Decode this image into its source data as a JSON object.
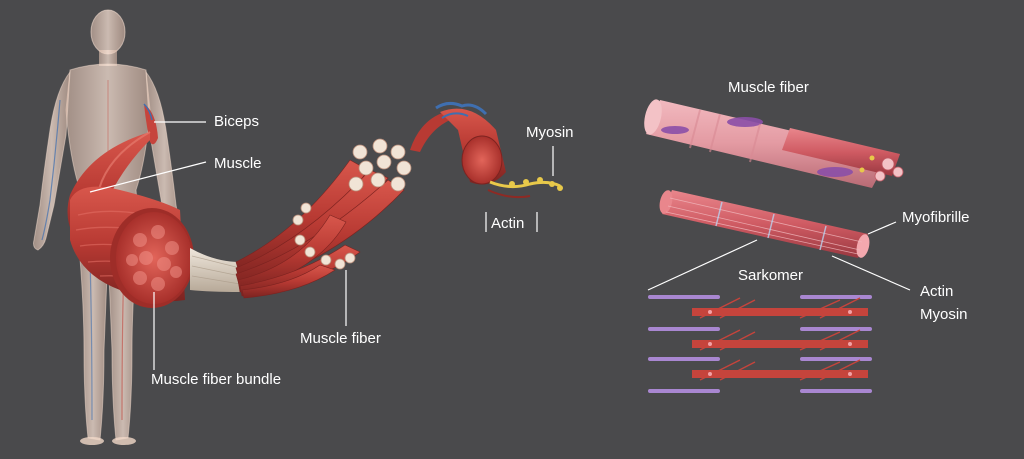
{
  "labels": {
    "biceps": "Biceps",
    "muscle": "Muscle",
    "muscle_fiber_left": "Muscle fiber",
    "muscle_fiber_bundle": "Muscle fiber bundle",
    "myosin_top": "Myosin",
    "actin_top": "Actin",
    "muscle_fiber_right": "Muscle fiber",
    "myofibrille": "Myofibrille",
    "sarkomer": "Sarkomer",
    "actin_right": "Actin",
    "myosin_right": "Myosin"
  },
  "colors": {
    "background": "#4a4a4c",
    "muscle_red": "#c6443c",
    "muscle_dark": "#8e2a24",
    "fiber_pink": "#e6a0a8",
    "myosin_purple": "#b48ee0",
    "actin_yellow": "#e8c94a",
    "body_skin": "#f2d7c7",
    "tendon": "#d9cfc2",
    "vessel_blue": "#3f6fb0"
  }
}
